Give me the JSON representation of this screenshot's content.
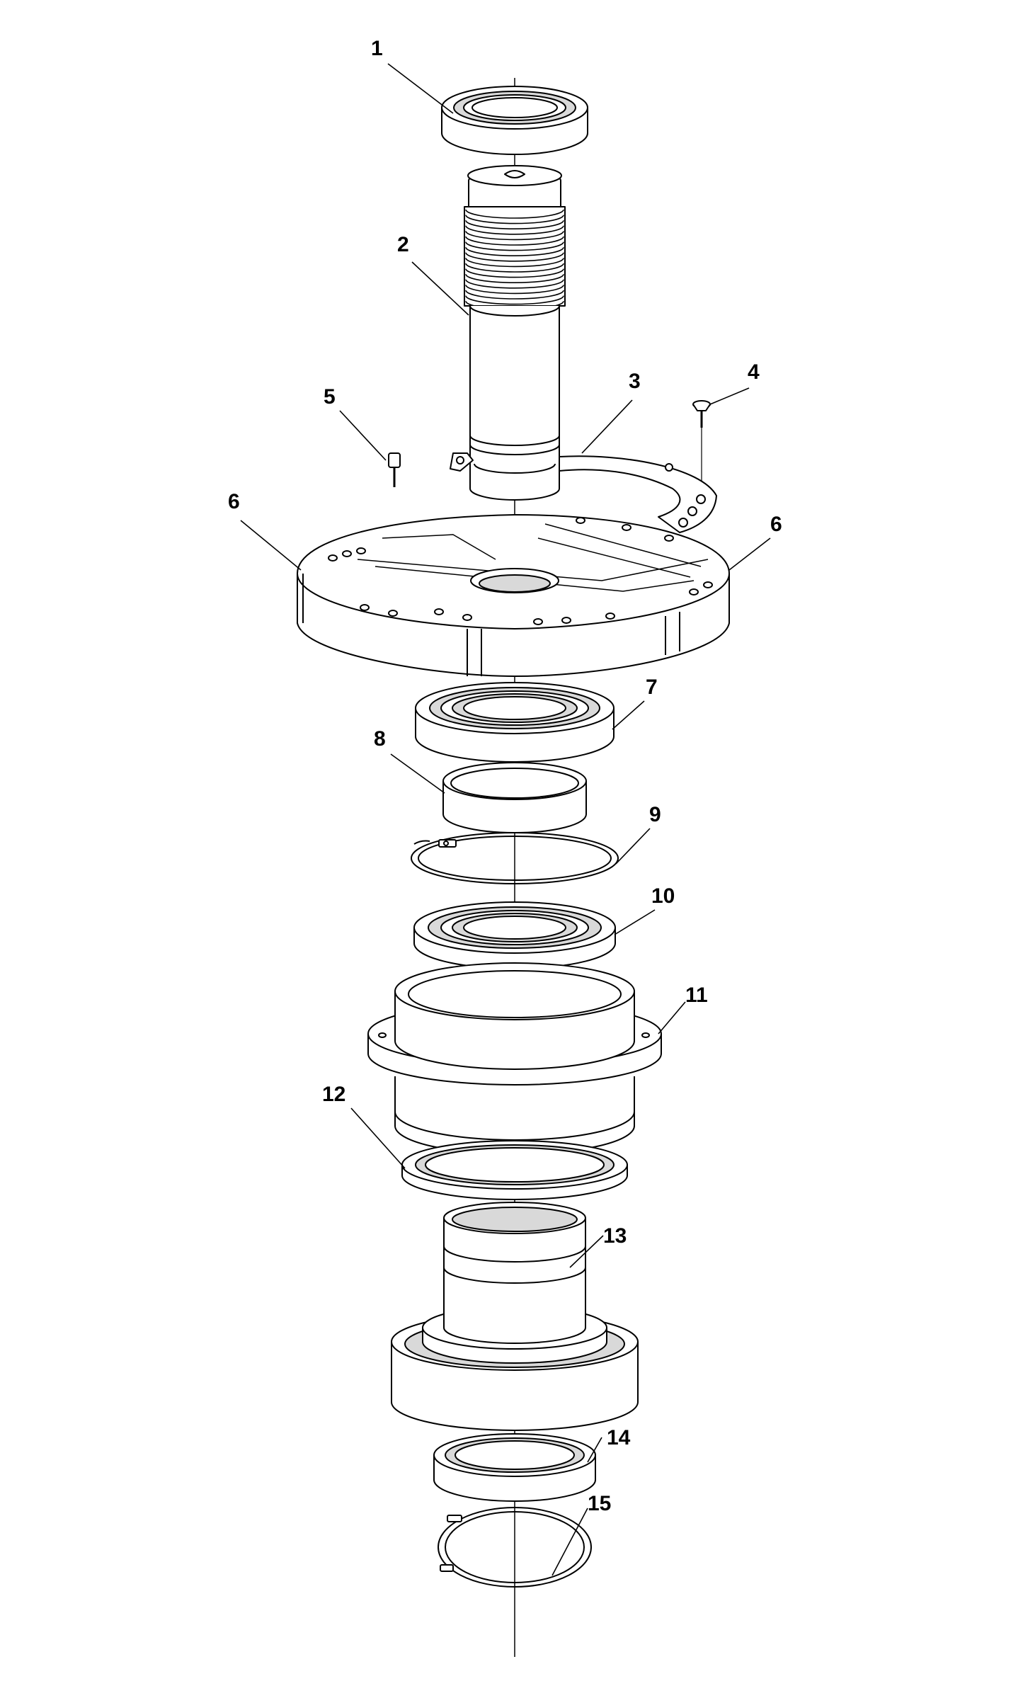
{
  "diagram": {
    "type": "exploded-assembly",
    "colors": {
      "line": "#000000",
      "fill": "#ffffff",
      "shade": "#d9d9d9",
      "dark": "#8a8a8a"
    },
    "callouts": [
      {
        "id": "1",
        "label": "1"
      },
      {
        "id": "2",
        "label": "2"
      },
      {
        "id": "3",
        "label": "3"
      },
      {
        "id": "4",
        "label": "4"
      },
      {
        "id": "5",
        "label": "5"
      },
      {
        "id": "6a",
        "label": "6"
      },
      {
        "id": "6b",
        "label": "6"
      },
      {
        "id": "7",
        "label": "7"
      },
      {
        "id": "8",
        "label": "8"
      },
      {
        "id": "9",
        "label": "9"
      },
      {
        "id": "10",
        "label": "10"
      },
      {
        "id": "11",
        "label": "11"
      },
      {
        "id": "12",
        "label": "12"
      },
      {
        "id": "13",
        "label": "13"
      },
      {
        "id": "14",
        "label": "14"
      },
      {
        "id": "15",
        "label": "15"
      }
    ]
  }
}
